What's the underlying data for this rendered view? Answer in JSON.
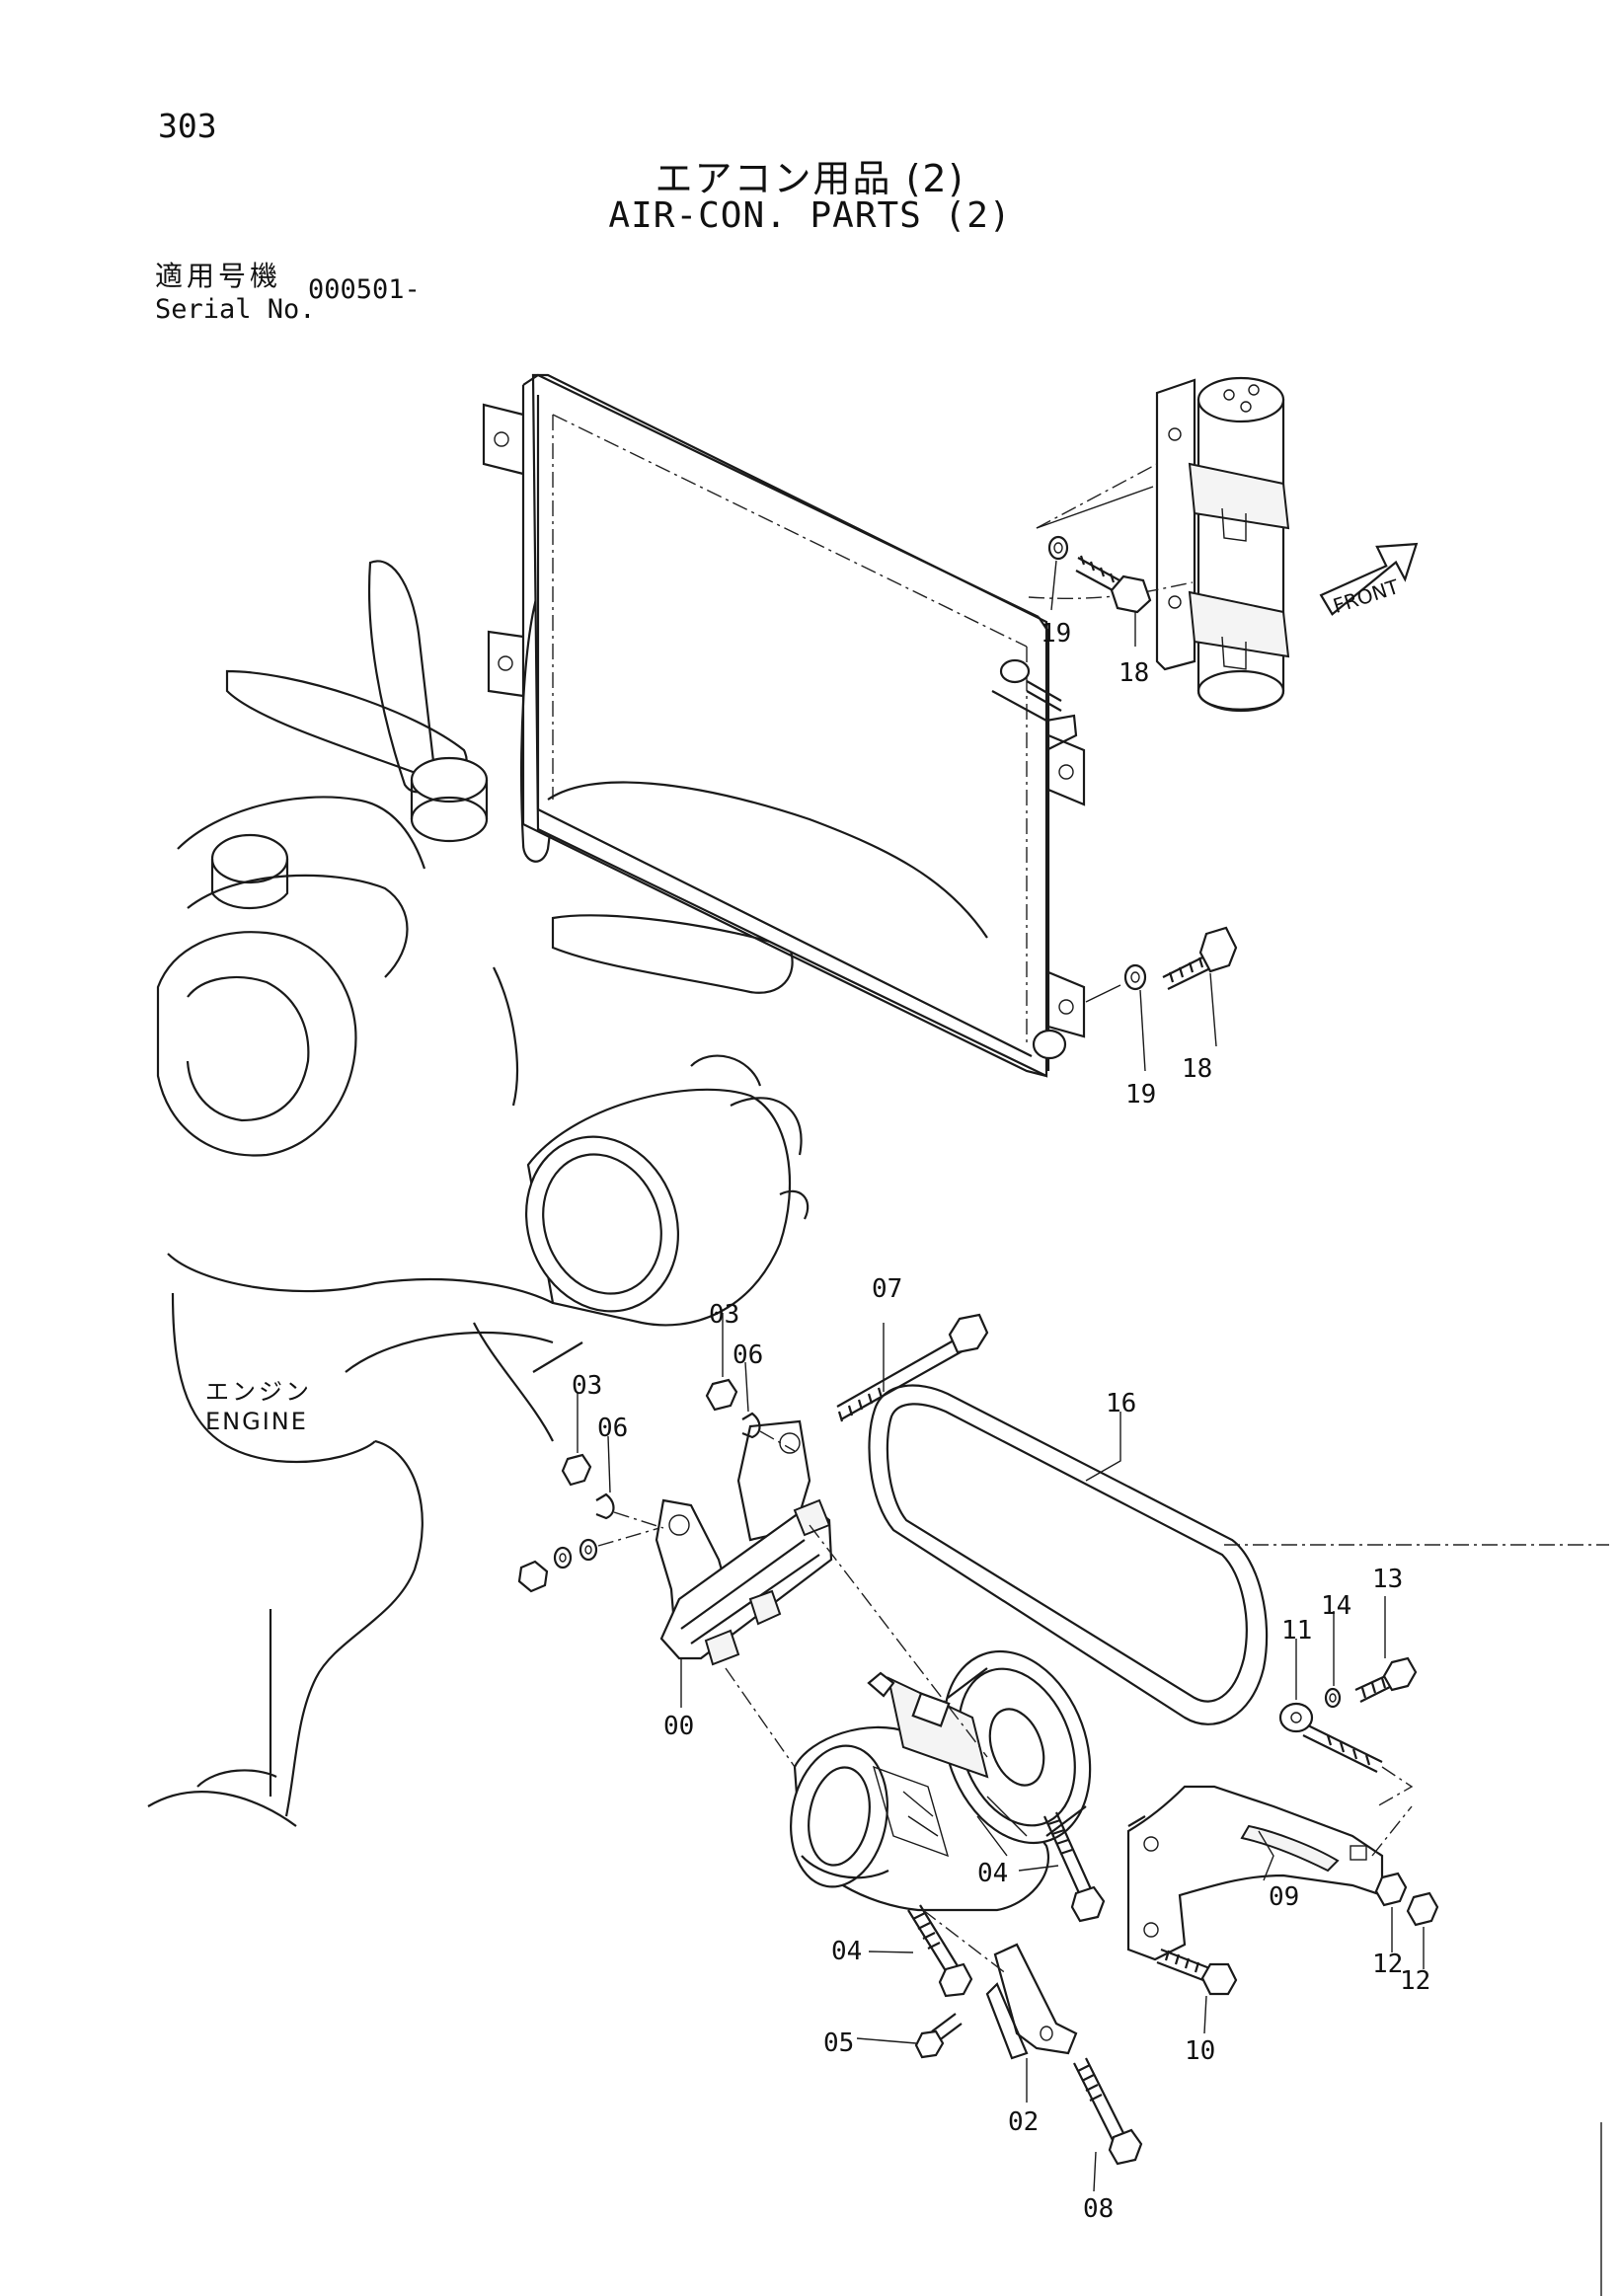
{
  "page_number": "303",
  "title_jp": "エアコン用品 (2)",
  "title_en": "AIR-CON. PARTS (2)",
  "serial": {
    "label_jp": "適用号機",
    "label_en": "Serial No.",
    "value": "000501-"
  },
  "engine_label": {
    "jp": "エンジン",
    "en": "ENGINE"
  },
  "front_label": "FRONT",
  "parts": {
    "p00": "00",
    "p02": "02",
    "p03a": "03",
    "p03b": "03",
    "p04a": "04",
    "p04b": "04",
    "p05": "05",
    "p06a": "06",
    "p06b": "06",
    "p07": "07",
    "p08": "08",
    "p09": "09",
    "p10": "10",
    "p11": "11",
    "p12a": "12",
    "p12b": "12",
    "p13": "13",
    "p14": "14",
    "p16": "16",
    "p18a": "18",
    "p18b": "18",
    "p19a": "19",
    "p19b": "19"
  }
}
